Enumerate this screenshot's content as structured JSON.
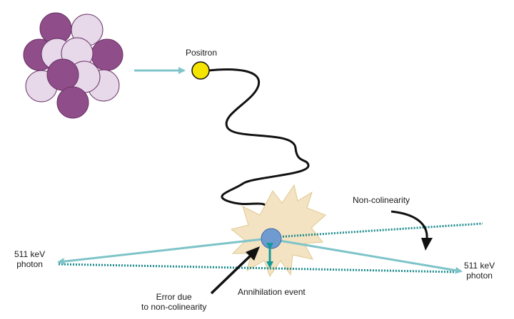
{
  "labels": {
    "positron": "Positron",
    "non_colinearity": "Non-colinearity",
    "photon_left_line1": "511 keV",
    "photon_left_line2": "photon",
    "photon_right_line1": "511 keV",
    "photon_right_line2": "photon",
    "annihilation_event": "Annihilation event",
    "error_line1": "Error due",
    "error_line2": "to non-colinearity"
  },
  "colors": {
    "nucleus_dark": "#8f4d8a",
    "nucleus_light": "#e7d8ea",
    "nucleus_stroke": "#6a3366",
    "positron_fill": "#f5e400",
    "photon_line": "#7ec4c8",
    "dotted_line": "#1e8b8e",
    "burst_fill": "#f3e3c2",
    "burst_stroke": "#e0c98e",
    "annihilation_dot": "#6f9bd1",
    "error_arrow": "#149a9a",
    "black": "#111111"
  }
}
